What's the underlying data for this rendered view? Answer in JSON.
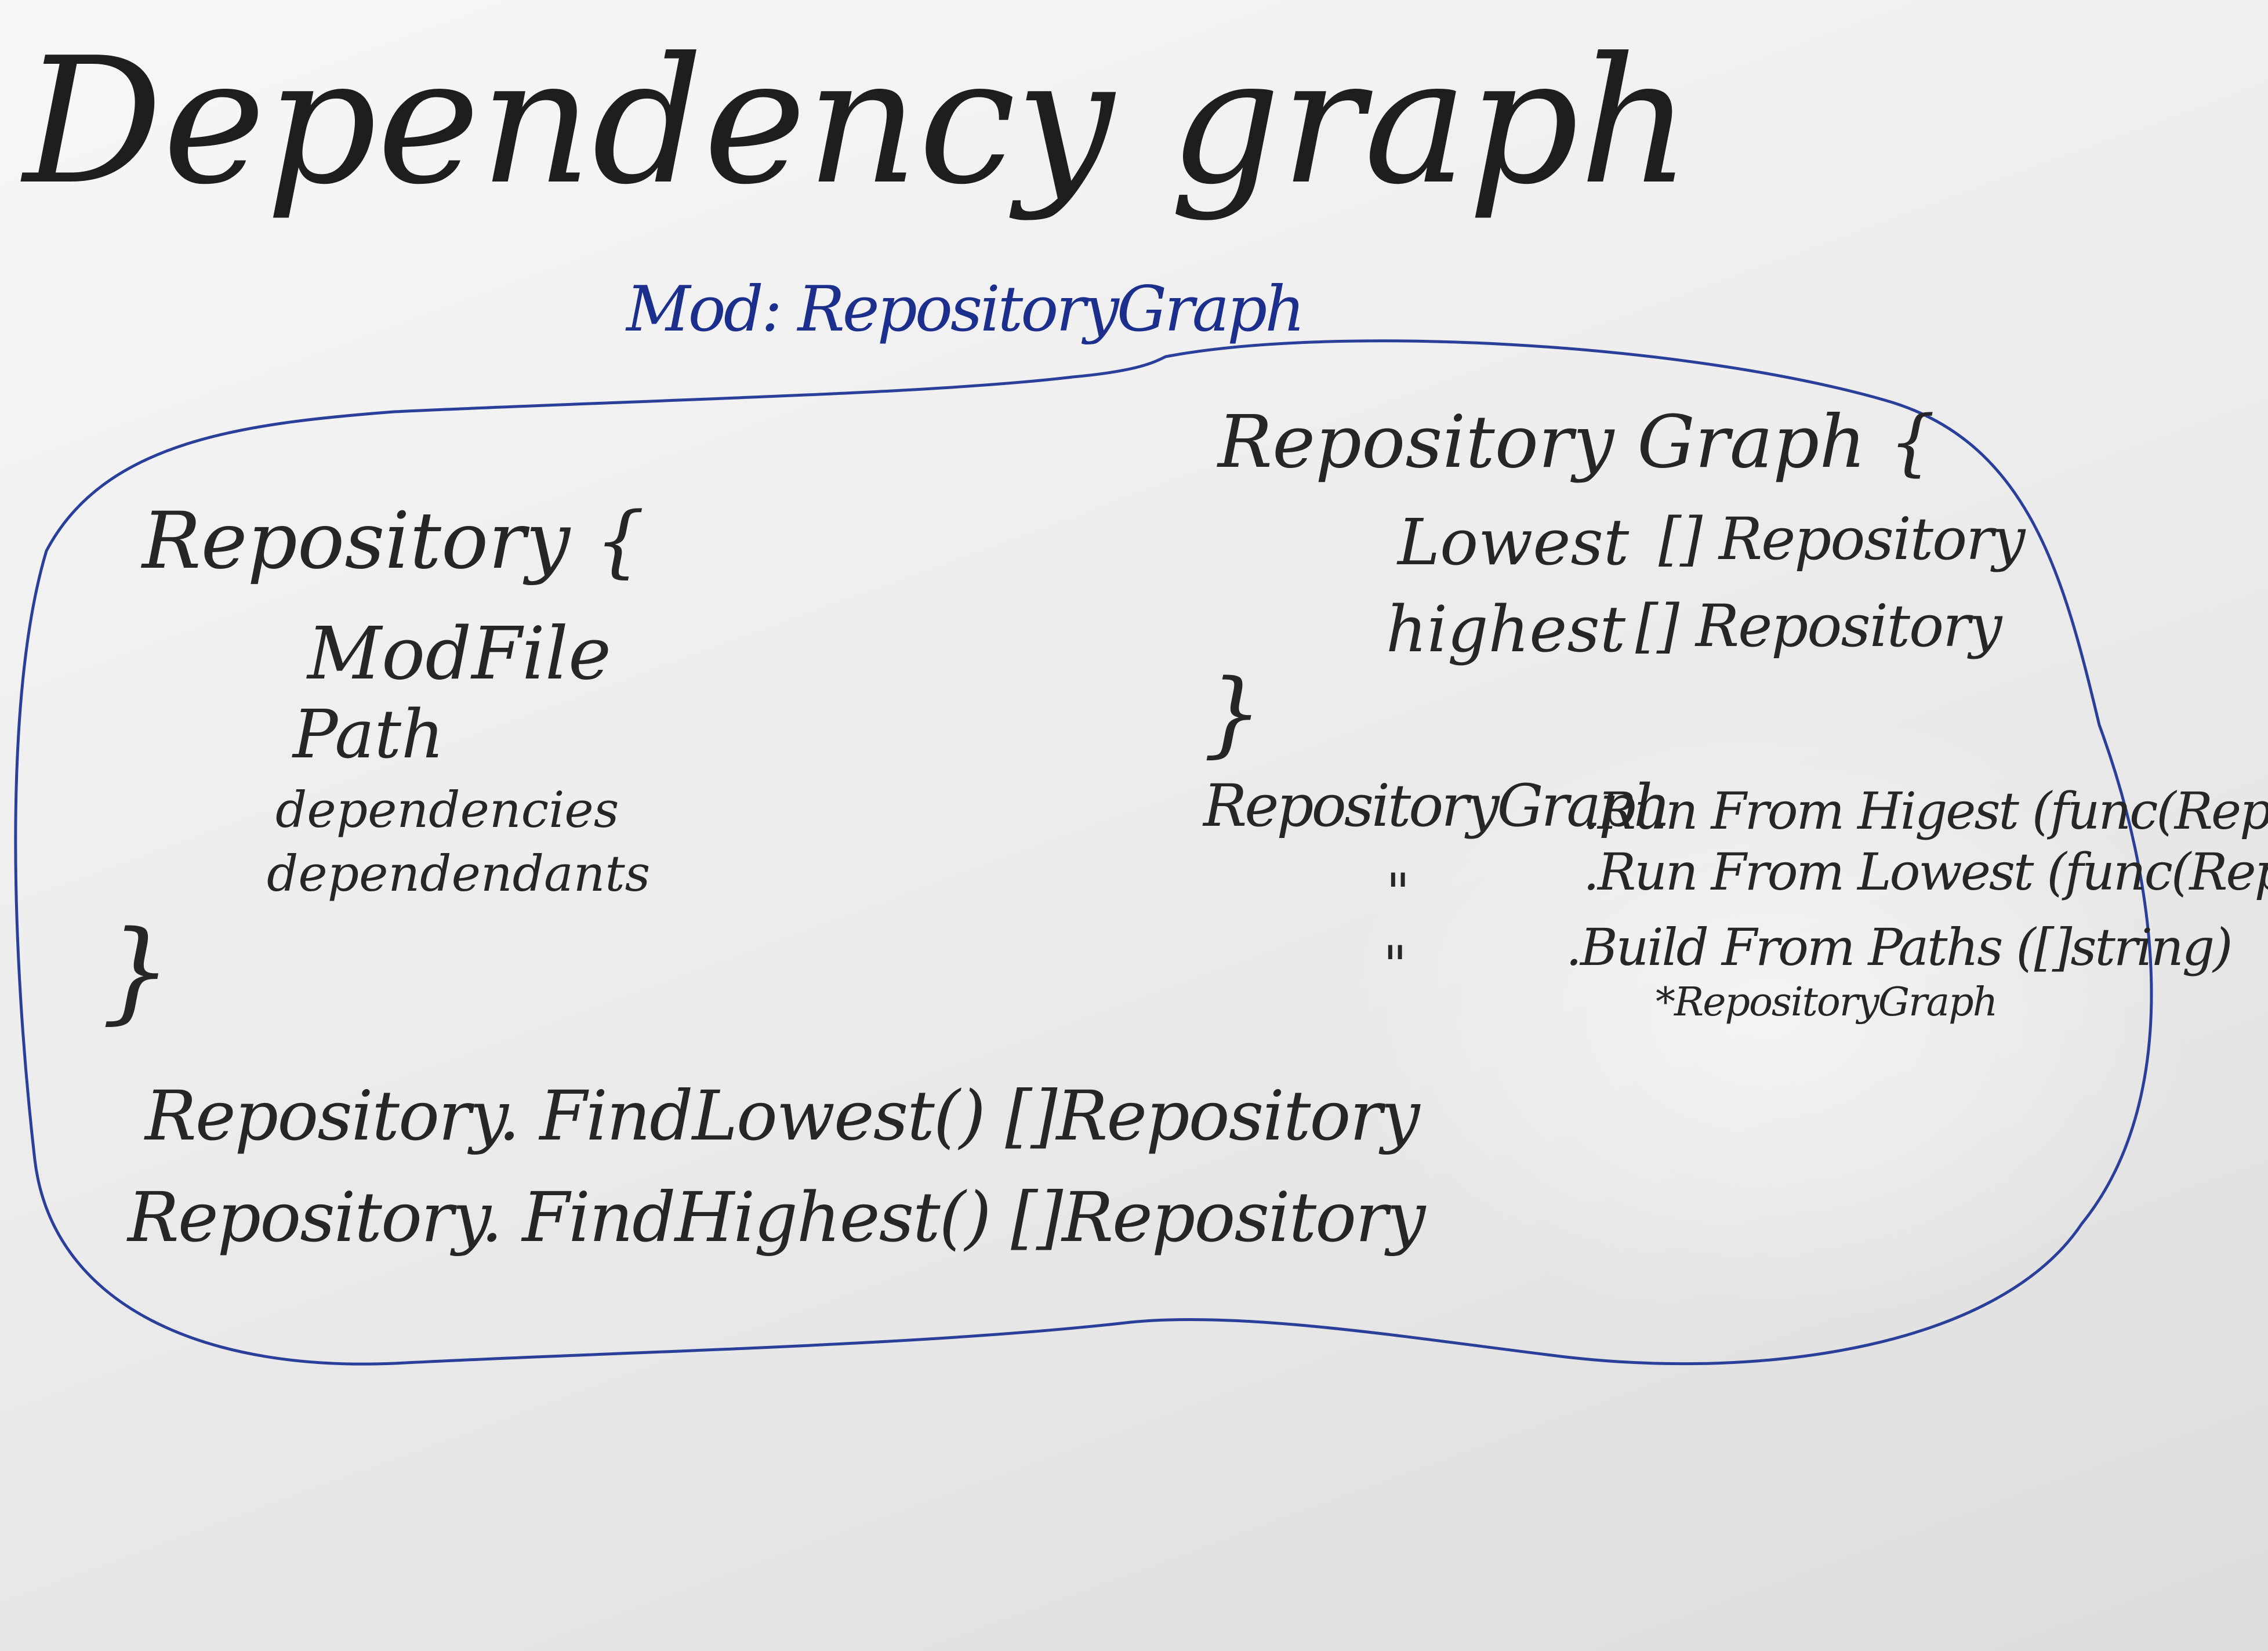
{
  "board": {
    "title": "Dependency graph",
    "module_label": "Mod: RepositoryGraph",
    "colors": {
      "ink_black": "#262626",
      "ink_blue": "#1c2f8c",
      "board_white": "#f2f2f2"
    }
  },
  "repository_struct": {
    "header": "Repository {",
    "fields": [
      "ModFile",
      "Path",
      "dependencies",
      "dependendants"
    ],
    "close": "}"
  },
  "repository_methods": [
    "Repository. FindLowest() []Repository",
    "Repository. FindHighest() []Repository"
  ],
  "graph_struct": {
    "header": "Repository Graph {",
    "fields": [
      {
        "name": "Lowest",
        "type": "[] Repository"
      },
      {
        "name": "highest",
        "type": "[] Repository"
      }
    ],
    "close": "}"
  },
  "graph_methods": {
    "receiver": "RepositoryGraph",
    "ditto": "\"",
    "calls": [
      ".Run From Higest (func(Rep))",
      ".Run From Lowest (func(Rep))",
      ".Build From Paths ([]string)"
    ],
    "return_type": "*RepositoryGraph"
  }
}
